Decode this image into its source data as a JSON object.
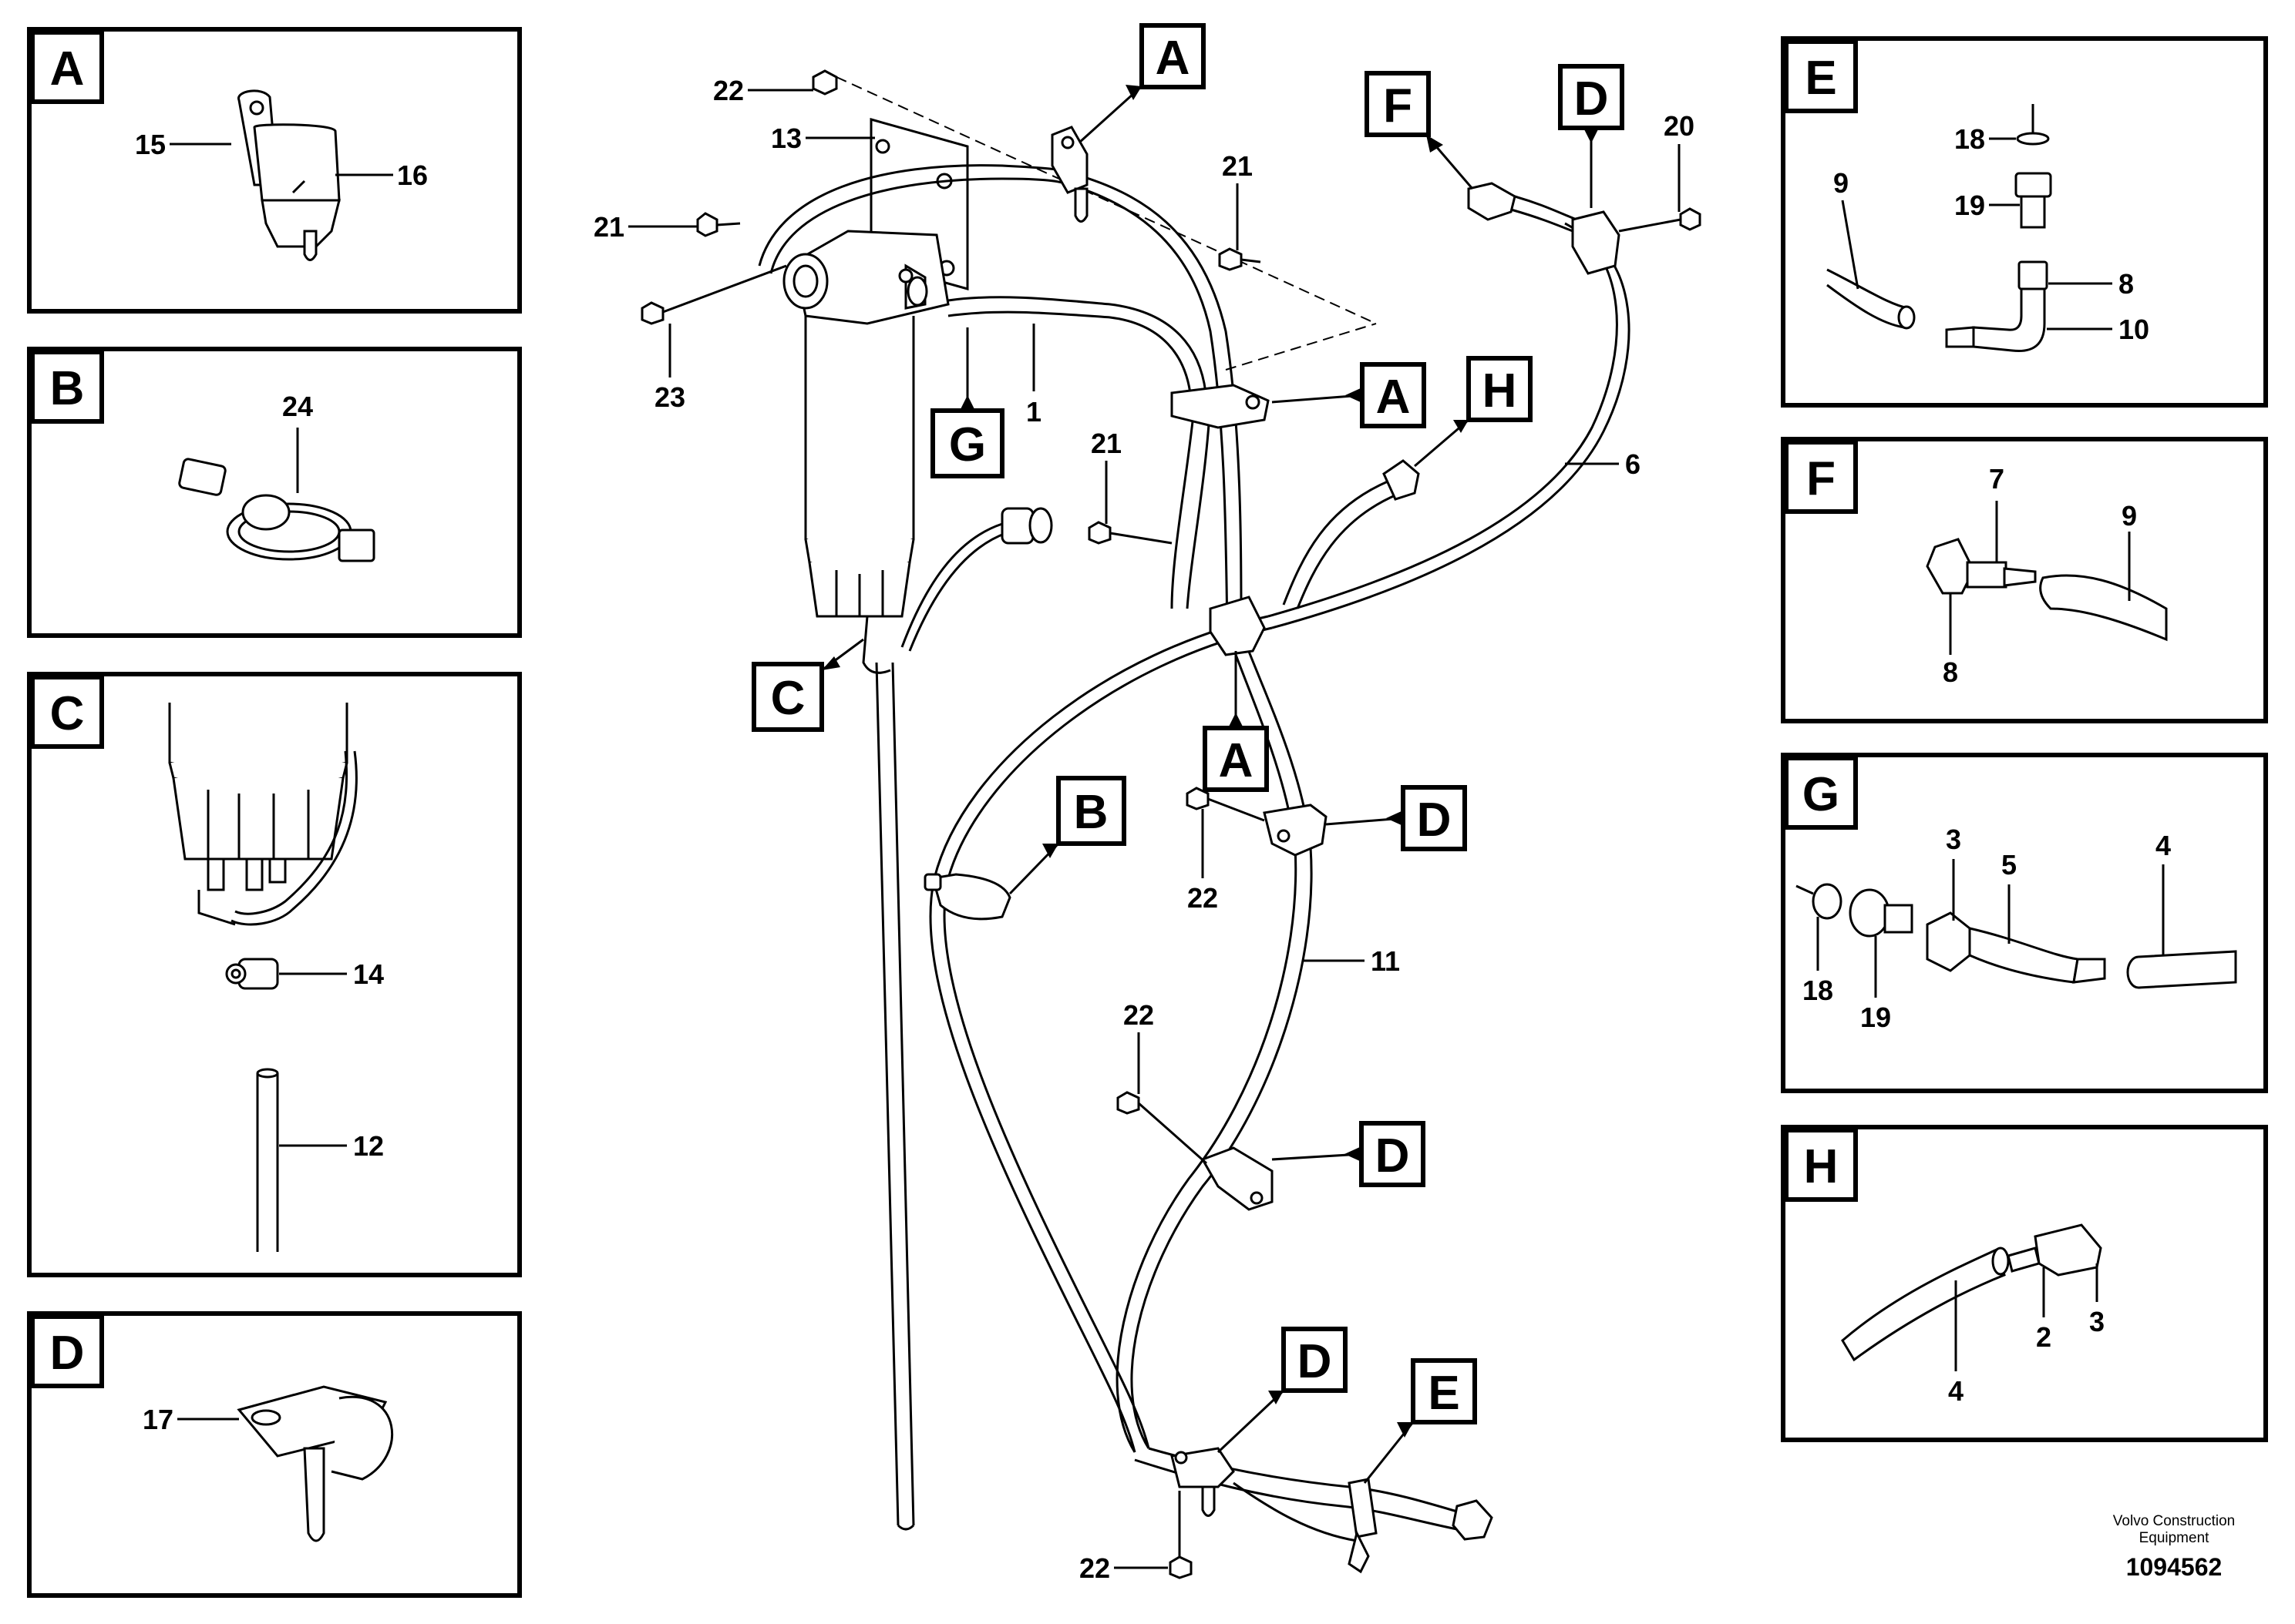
{
  "letters": {
    "A": "A",
    "B": "B",
    "C": "C",
    "D": "D",
    "E": "E",
    "F": "F",
    "G": "G",
    "H": "H"
  },
  "n": {
    "n1": "1",
    "n2": "2",
    "n3": "3",
    "n4": "4",
    "n5": "5",
    "n6": "6",
    "n7": "7",
    "n8": "8",
    "n9": "9",
    "n10": "10",
    "n11": "11",
    "n12": "12",
    "n13": "13",
    "n14": "14",
    "n15": "15",
    "n16": "16",
    "n17": "17",
    "n18": "18",
    "n19": "19",
    "n20": "20",
    "n21": "21",
    "n22": "22",
    "n23": "23",
    "n24": "24"
  },
  "footer": {
    "credit_line1": "Volvo Construction",
    "credit_line2": "Equipment",
    "doc_number": "1094562"
  }
}
